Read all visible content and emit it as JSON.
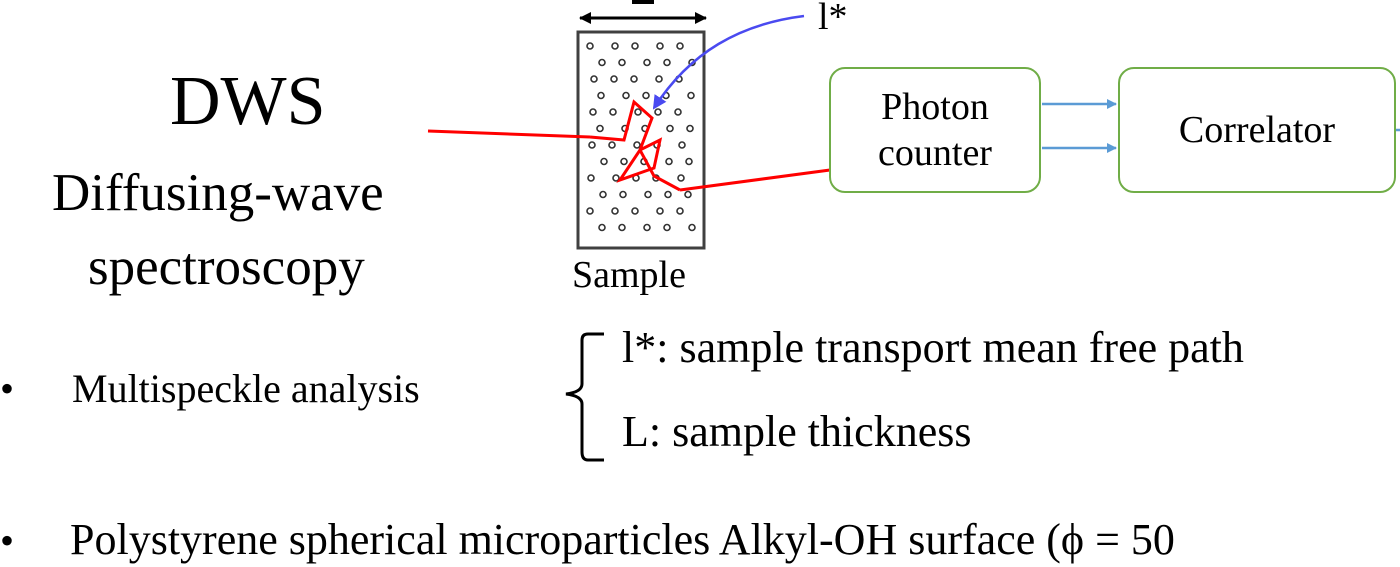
{
  "title": "DWS",
  "subtitle_line1": "Diffusing-wave",
  "subtitle_line2": "spectroscopy",
  "sample_label": "Sample",
  "lstar_label": "l*",
  "boxes": {
    "photon_line1": "Photon",
    "photon_line2": "counter",
    "correlator": "Correlator"
  },
  "bullets": {
    "symbol": "•",
    "multispeckle": "Multispeckle analysis",
    "brace_items": [
      "l*: sample transport mean free path",
      "L: sample thickness"
    ],
    "polystyrene": "Polystyrene spherical microparticles Alkyl-OH surface (ϕ = 50"
  },
  "colors": {
    "laser": "#ff0000",
    "lstar_arrow": "#4a4af0",
    "box_border": "#70ad47",
    "signal_arrow": "#5b9bd5",
    "sample_border": "#404040"
  }
}
